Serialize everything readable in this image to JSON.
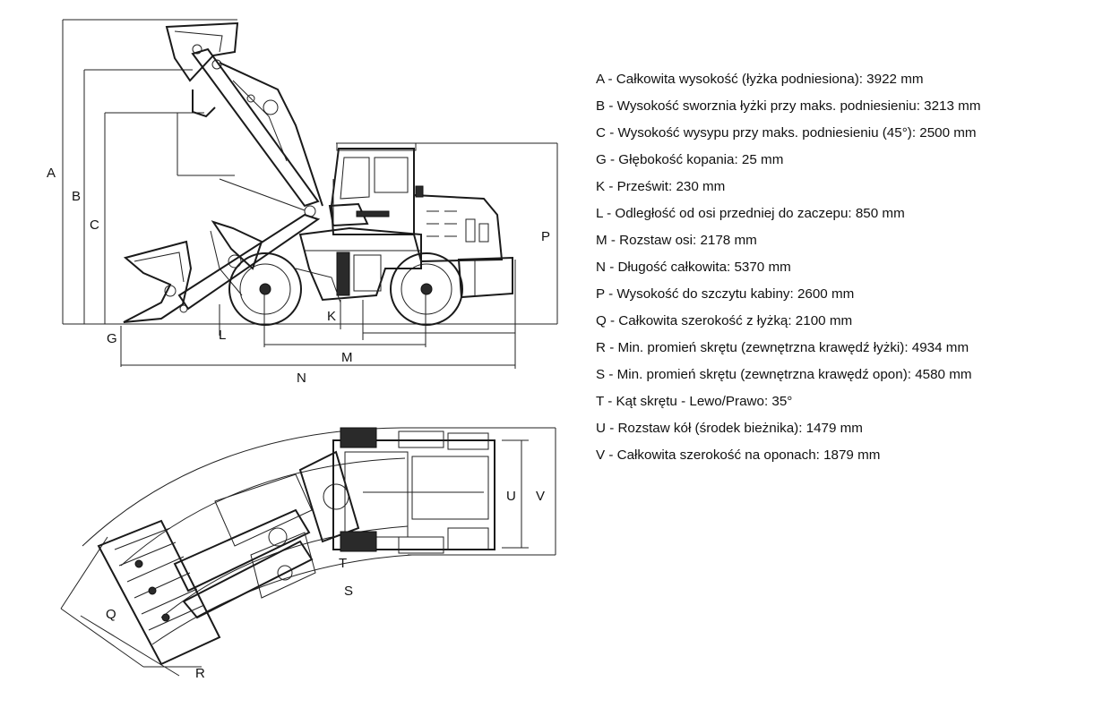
{
  "side_view": {
    "labels": {
      "A": "A",
      "B": "B",
      "C": "C",
      "G": "G",
      "L": "L",
      "K": "K",
      "M": "M",
      "N": "N",
      "P": "P"
    }
  },
  "top_view": {
    "labels": {
      "Q": "Q",
      "R": "R",
      "S": "S",
      "T": "T",
      "U": "U",
      "V": "V"
    }
  },
  "specs": [
    "A - Całkowita wysokość (łyżka podniesiona): 3922 mm",
    "B - Wysokość sworznia łyżki przy maks. podniesieniu: 3213 mm",
    "C - Wysokość wysypu przy maks. podniesieniu (45°): 2500 mm",
    "G - Głębokość kopania: 25 mm",
    "K - Prześwit: 230 mm",
    "L - Odległość od osi przedniej do zaczepu: 850 mm",
    "M - Rozstaw osi: 2178 mm",
    "N - Długość całkowita: 5370 mm",
    "P - Wysokość do szczytu kabiny: 2600 mm",
    "Q - Całkowita szerokość z łyżką: 2100 mm",
    "R - Min. promień skrętu (zewnętrzna krawędź łyżki): 4934 mm",
    "S - Min. promień skrętu (zewnętrzna krawędź opon): 4580 mm",
    "T - Kąt skrętu - Lewo/Prawo: 35°",
    "U - Rozstaw kół (środek bieżnika): 1479 mm",
    "V - Całkowita szerokość na oponach: 1879 mm"
  ]
}
